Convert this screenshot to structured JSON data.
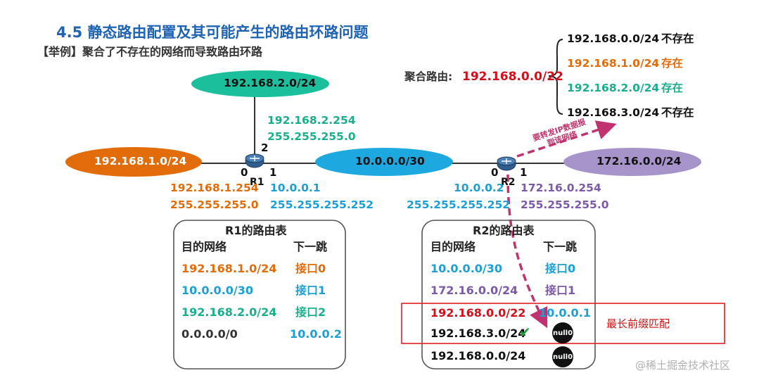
{
  "title": "4.5  静态路由配置及其可能产生的路由环路问题",
  "subtitle": "【举例】聚合了不存在的网络而导致路由环路",
  "colors": {
    "orange": "#e36c0a",
    "teal": "#1aae8c",
    "blue": "#1d9fd6",
    "purple": "#7b5aa6",
    "red": "#d0101a",
    "pink": "#c0336f",
    "dark": "#222222"
  },
  "networks": {
    "top": "192.168.2.0/24",
    "left": "192.168.1.0/24",
    "middle": "10.0.0.0/30",
    "right": "172.16.0.0/24"
  },
  "r1": {
    "name": "R1",
    "port0": "0",
    "port1": "1",
    "port2": "2",
    "if2_ip": "192.168.2.254",
    "if2_mask": "255.255.255.0",
    "if0_ip": "192.168.1.254",
    "if0_mask": "255.255.255.0",
    "if1_ip": "10.0.0.1",
    "if1_mask": "255.255.255.252"
  },
  "r2": {
    "name": "R2",
    "port0": "0",
    "port1": "1",
    "if0_ip": "10.0.0.2",
    "if0_mask": "255.255.255.252",
    "if1_ip": "172.16.0.254",
    "if1_mask": "255.255.255.0"
  },
  "aggregate": {
    "label": "聚合路由:",
    "route": "192.168.0.0/22",
    "items": [
      {
        "net": "192.168.0.0/24",
        "status": "不存在"
      },
      {
        "net": "192.168.1.0/24",
        "status": "存在"
      },
      {
        "net": "192.168.2.0/24",
        "status": "存在"
      },
      {
        "net": "192.168.3.0/24",
        "status": "不存在"
      }
    ]
  },
  "arrow_note": [
    "要转发IP数据报",
    "到该网络"
  ],
  "r1_table": {
    "title": "R1的路由表",
    "col_dest": "目的网络",
    "col_next": "下一跳",
    "rows": [
      {
        "dest": "192.168.1.0/24",
        "next": "接口0"
      },
      {
        "dest": "10.0.0.0/30",
        "next": "接口1"
      },
      {
        "dest": "192.168.2.0/24",
        "next": "接口2"
      },
      {
        "dest": "0.0.0.0/0",
        "next": "10.0.0.2"
      }
    ]
  },
  "r2_table": {
    "title": "R2的路由表",
    "col_dest": "目的网络",
    "col_next": "下一跳",
    "rows": [
      {
        "dest": "10.0.0.0/30",
        "next": "接口0"
      },
      {
        "dest": "172.16.0.0/24",
        "next": "接口1"
      },
      {
        "dest": "192.168.0.0/22",
        "next": "10.0.0.1"
      },
      {
        "dest": "192.168.3.0/24",
        "next": "null0"
      },
      {
        "dest": "192.168.0.0/24",
        "next": "null0"
      }
    ]
  },
  "lpm_label": "最长前缀匹配",
  "watermark": "@稀土掘金技术社区"
}
